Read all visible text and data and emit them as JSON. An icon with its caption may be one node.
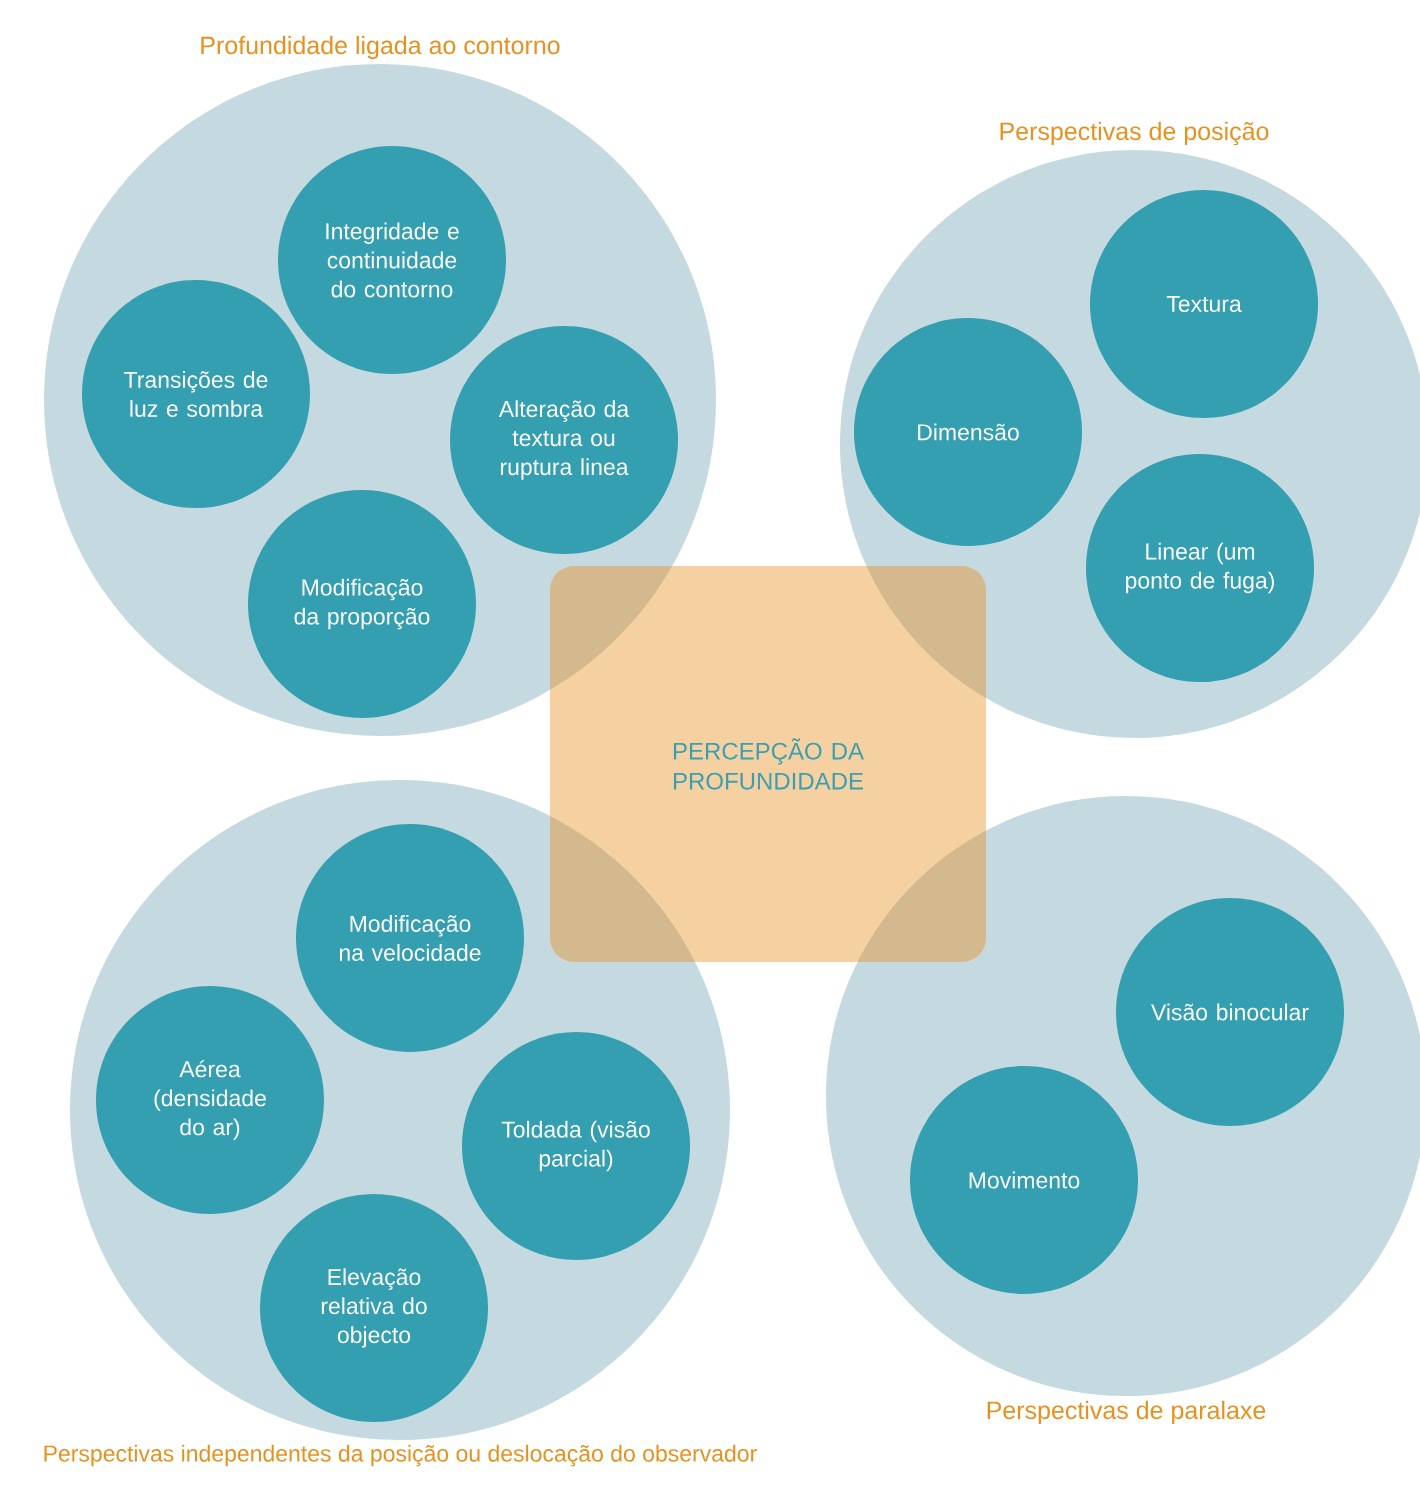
{
  "diagram": {
    "nodes": [
      {
        "text": [
          "Profundidade ligada ao contorno"
        ]
      },
      {
        "text": [
          "Integridade e continuidade do contorno"
        ],
        "in": 0
      },
      {
        "text": [
          "Transições de luz e sombra"
        ],
        "in": 0
      },
      {
        "text": [
          "Alteração da textura ou ruptura linea"
        ],
        "in": 0
      },
      {
        "text": [
          "Modificação da proporção"
        ],
        "in": 0
      },
      {
        "text": [
          "Perspectivas de posição"
        ]
      },
      {
        "text": [
          "Dimensão"
        ],
        "in": 5
      },
      {
        "text": [
          "Textura"
        ],
        "in": 5
      },
      {
        "text": [
          "Linear (um ponto de fuga)"
        ],
        "in": 5
      },
      {
        "text": [
          "PERCEPÇÃO DA PROFUNDIDADE"
        ]
      },
      {
        "text": [
          "Perspectivas independentes da posição ou deslocação do observador"
        ]
      },
      {
        "text": [
          "Modificação na velocidade"
        ],
        "in": 10
      },
      {
        "text": [
          "Aérea (densidade do ar)"
        ],
        "in": 10
      },
      {
        "text": [
          "Toldada (visão parcial)"
        ],
        "in": 10
      },
      {
        "text": [
          "Elevação relativa do objecto"
        ],
        "in": 10
      },
      {
        "text": [
          "Perspectivas de paralaxe"
        ]
      },
      {
        "text": [
          "Visão binocular"
        ],
        "in": 15
      },
      {
        "text": [
          "Movimento"
        ],
        "in": 15
      }
    ]
  }
}
